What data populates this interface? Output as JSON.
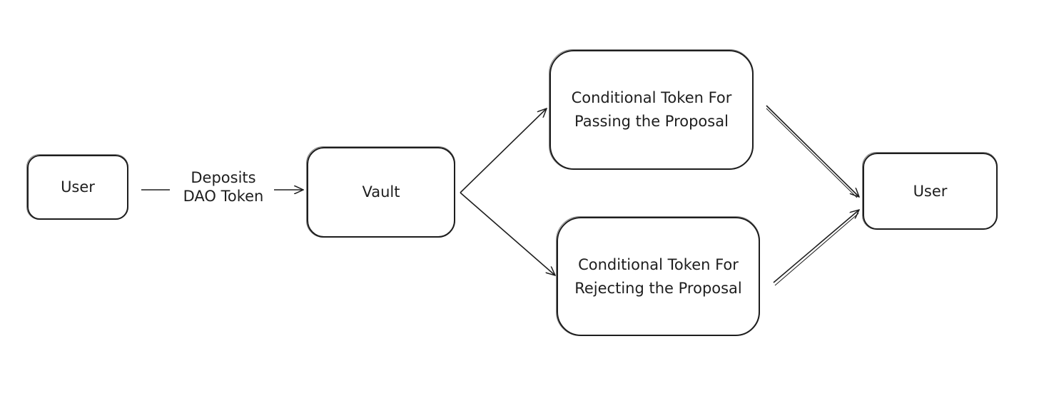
{
  "nodes": {
    "user_source": {
      "text": "User"
    },
    "vault": {
      "text": "Vault"
    },
    "pass_token": {
      "line1": "Conditional Token For",
      "line2": "Passing the Proposal"
    },
    "reject_token": {
      "line1": "Conditional Token For",
      "line2": "Rejecting the Proposal"
    },
    "user_target": {
      "text": "User"
    }
  },
  "edges": {
    "deposit": {
      "line1": "Deposits",
      "line2": "DAO Token"
    }
  },
  "colors": {
    "stroke": "#1e1e1e",
    "background": "#ffffff"
  }
}
